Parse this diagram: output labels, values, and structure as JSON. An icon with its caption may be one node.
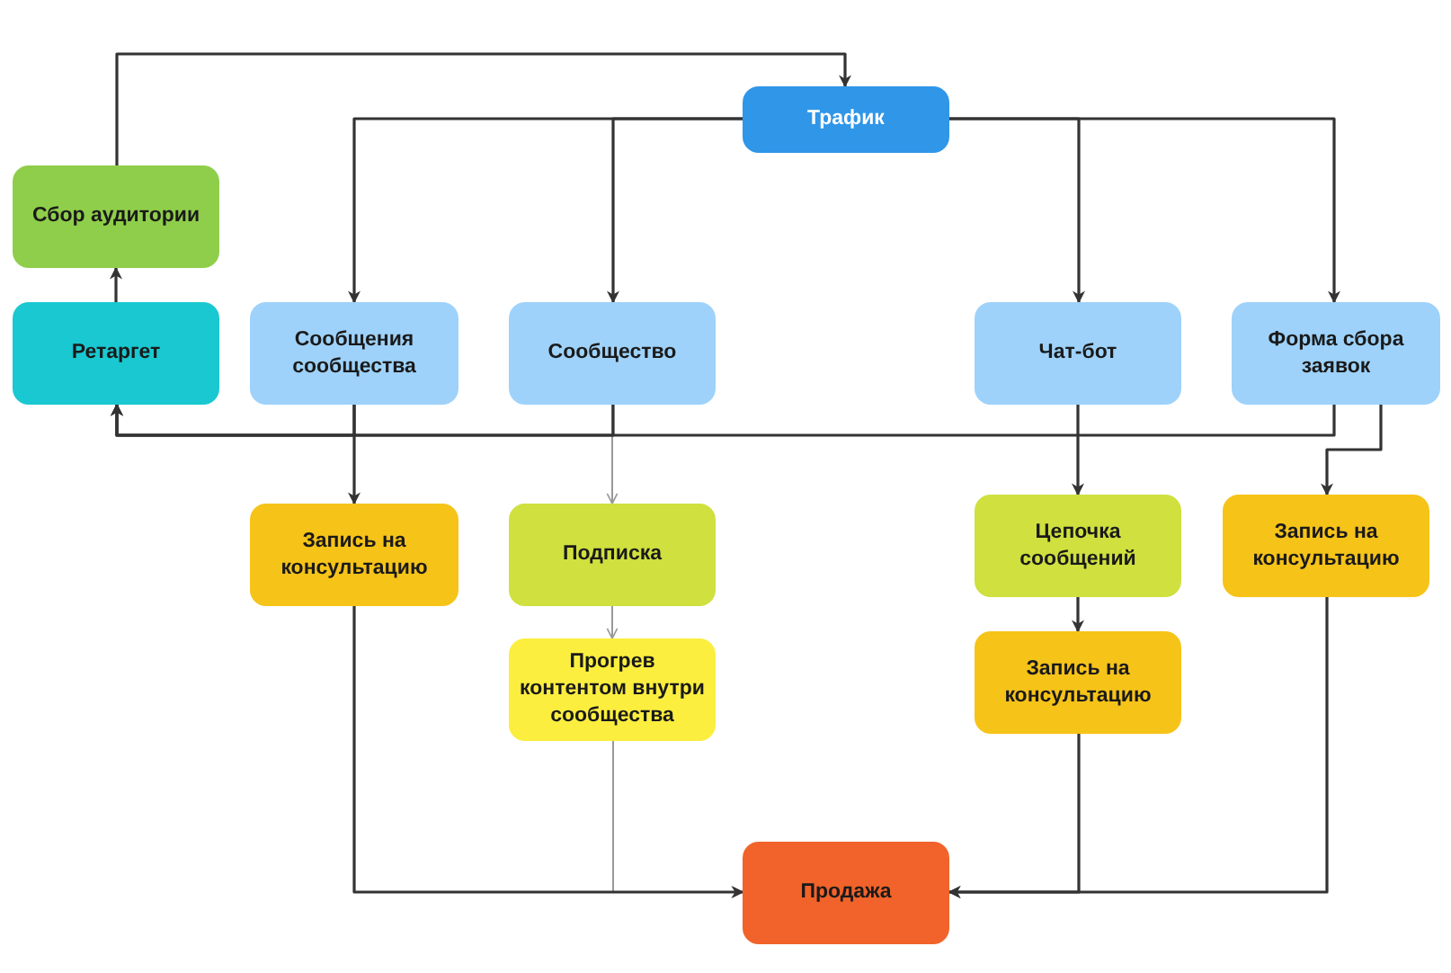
{
  "diagram": {
    "nodes": [
      {
        "text": [
          "Трафик"
        ]
      },
      {
        "text": [
          "Сбор аудитории"
        ]
      },
      {
        "text": [
          "Ретаргет"
        ]
      },
      {
        "text": [
          "Сообщения сообщества"
        ]
      },
      {
        "text": [
          "Сообщество"
        ]
      },
      {
        "text": [
          "Чат-бот"
        ]
      },
      {
        "text": [
          "Форма сбора заявок"
        ]
      },
      {
        "text": [
          "Запись на консультацию"
        ]
      },
      {
        "text": [
          "Подписка"
        ]
      },
      {
        "text": [
          "Цепочка сообщений"
        ]
      },
      {
        "text": [
          "Запись на консультацию"
        ]
      },
      {
        "text": [
          "Прогрев контентом внутри сообщества"
        ]
      },
      {
        "text": [
          "Запись на консультацию"
        ]
      },
      {
        "text": [
          "Продажа"
        ]
      }
    ],
    "edges": [
      {
        "from": 0,
        "to": 3,
        "arrow": "to"
      },
      {
        "from": 0,
        "to": 4,
        "arrow": "to"
      },
      {
        "from": 0,
        "to": 5,
        "arrow": "to"
      },
      {
        "from": 0,
        "to": 6,
        "arrow": "to"
      },
      {
        "from": 3,
        "to": 2,
        "arrow": "to"
      },
      {
        "from": 4,
        "to": 2,
        "arrow": "to"
      },
      {
        "from": 6,
        "to": 2,
        "arrow": "to"
      },
      {
        "from": 2,
        "to": 1,
        "arrow": "to"
      },
      {
        "from": 1,
        "to": 0,
        "arrow": "to"
      },
      {
        "from": 3,
        "to": 7,
        "arrow": "to"
      },
      {
        "from": 4,
        "to": 8,
        "arrow": "to",
        "color": "#999999"
      },
      {
        "from": 8,
        "to": 11,
        "arrow": "to",
        "color": "#999999"
      },
      {
        "from": 5,
        "to": 9,
        "arrow": "to"
      },
      {
        "from": 9,
        "to": 12,
        "arrow": "to"
      },
      {
        "from": 6,
        "to": 10,
        "arrow": "to"
      },
      {
        "from": 7,
        "to": 13,
        "arrow": "to"
      },
      {
        "from": 11,
        "to": 13,
        "arrow": "to",
        "color": "#999999"
      },
      {
        "from": 12,
        "to": 13,
        "arrow": "to"
      },
      {
        "from": 10,
        "to": 13,
        "arrow": "to"
      }
    ]
  }
}
